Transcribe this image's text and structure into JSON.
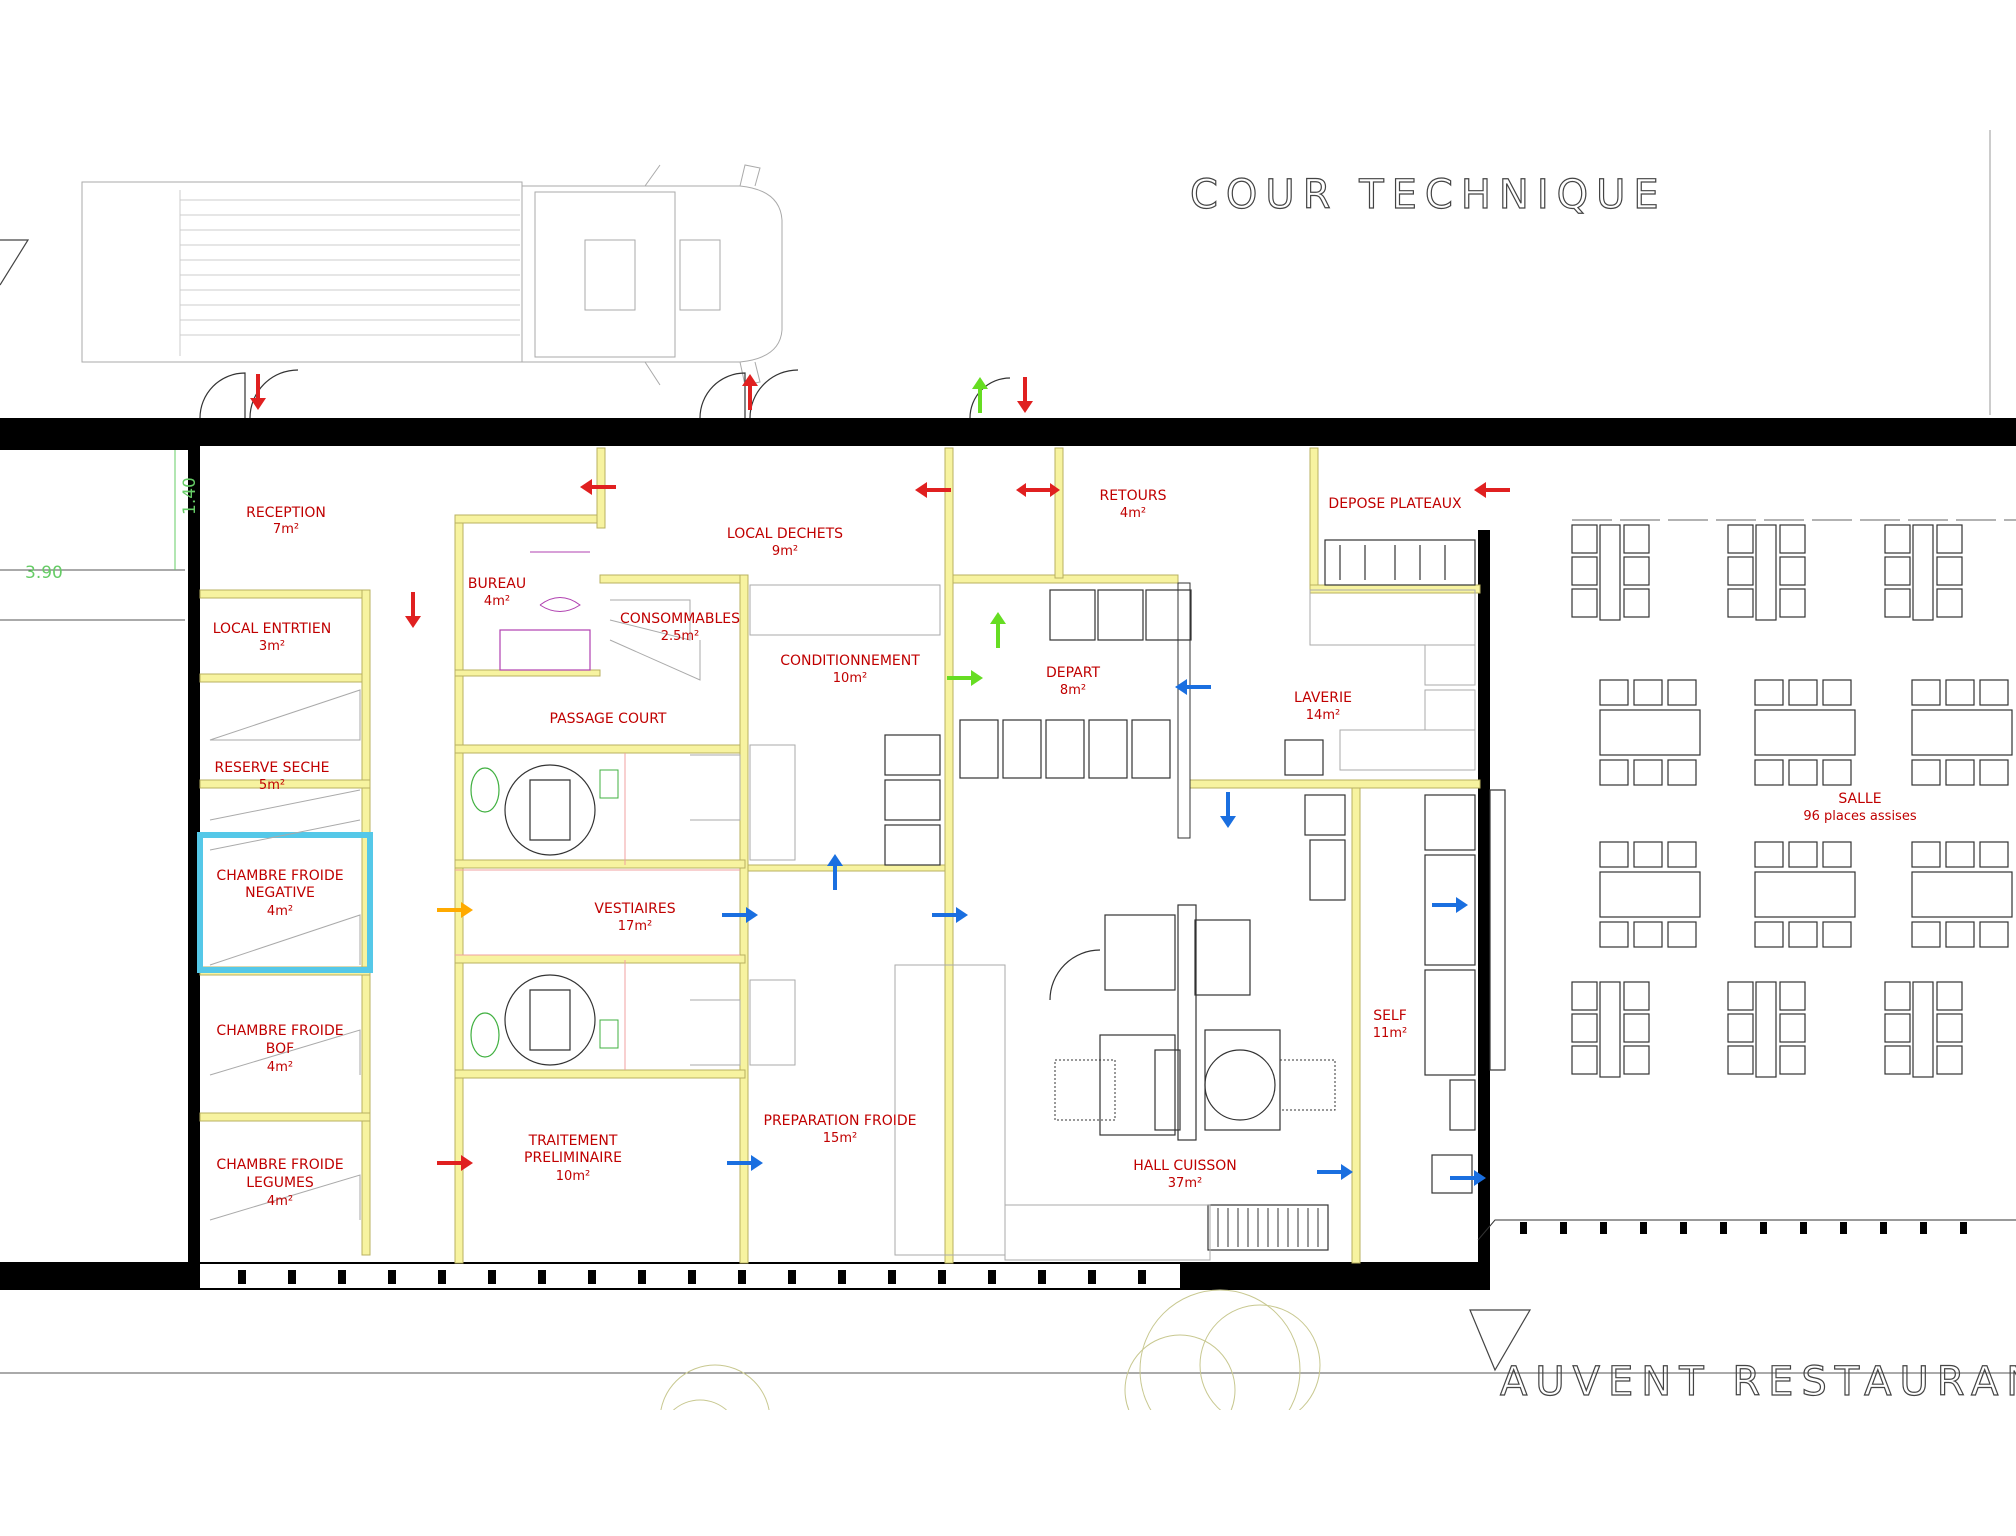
{
  "labels": {
    "cour_technique": "COUR TECHNIQUE",
    "auvent_restaurant": "AUVENT RESTAURANT",
    "dim_390": "3.90",
    "dim_140": "1.40"
  },
  "rooms": {
    "reception": {
      "name": "RECEPTION",
      "area": "7m²"
    },
    "local_entretien": {
      "name": "LOCAL ENTRTIEN",
      "area": "3m²"
    },
    "reserve_seche": {
      "name": "RESERVE SECHE",
      "area": "5m²"
    },
    "chambre_negative": {
      "name1": "CHAMBRE FROIDE",
      "name2": "NEGATIVE",
      "area": "4m²"
    },
    "chambre_bof": {
      "name1": "CHAMBRE FROIDE",
      "name2": "BOF",
      "area": "4m²"
    },
    "chambre_legumes": {
      "name1": "CHAMBRE FROIDE",
      "name2": "LEGUMES",
      "area": "4m²"
    },
    "bureau": {
      "name": "BUREAU",
      "area": "4m²"
    },
    "consommables": {
      "name": "CONSOMMABLES",
      "area": "2.5m²"
    },
    "local_dechets": {
      "name": "LOCAL DECHETS",
      "area": "9m²"
    },
    "passage_court": {
      "name": "PASSAGE COURT"
    },
    "conditionnement": {
      "name": "CONDITIONNEMENT",
      "area": "10m²"
    },
    "vestiaires": {
      "name": "VESTIAIRES",
      "area": "17m²"
    },
    "traitement": {
      "name1": "TRAITEMENT",
      "name2": "PRELIMINAIRE",
      "area": "10m²"
    },
    "preparation_froide": {
      "name": "PREPARATION FROIDE",
      "area": "15m²"
    },
    "retours": {
      "name": "RETOURS",
      "area": "4m²"
    },
    "depart": {
      "name": "DEPART",
      "area": "8m²"
    },
    "depose_plateaux": {
      "name": "DEPOSE PLATEAUX"
    },
    "laverie": {
      "name": "LAVERIE",
      "area": "14m²"
    },
    "hall_cuisson": {
      "name": "HALL CUISSON",
      "area": "37m²"
    },
    "self": {
      "name": "SELF",
      "area": "11m²"
    },
    "salle": {
      "name": "SALLE",
      "area": "96 places assises"
    }
  },
  "colors": {
    "wall": "#000000",
    "partition": "#f7f3a0",
    "label": "#c00000",
    "arrow_red": "#e02020",
    "arrow_blue": "#1a6fe0",
    "arrow_green": "#66dd22",
    "arrow_orange": "#ffaa00",
    "cold_room": "#55c8e8"
  }
}
